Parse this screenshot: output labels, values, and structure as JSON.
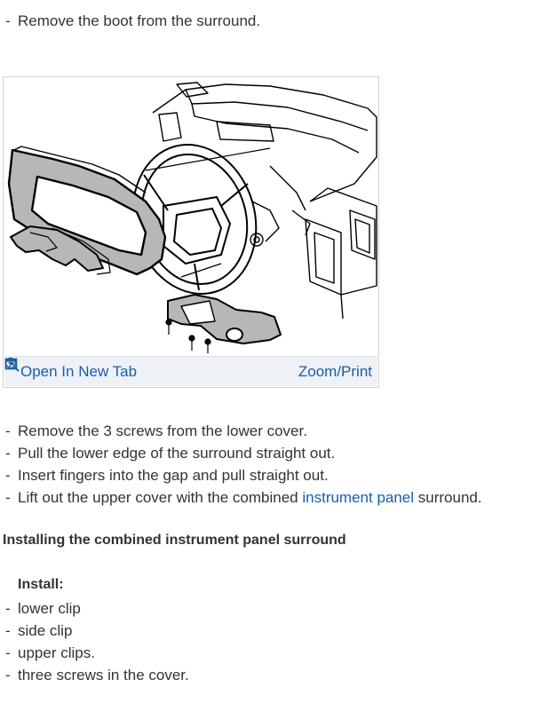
{
  "step_top": "Remove the boot from the surround.",
  "figure": {
    "open_tab_label": "Open In New Tab",
    "zoom_label": "Zoom/Print",
    "icons": [
      "open-new-tab-icon",
      "zoom-icon"
    ]
  },
  "steps": [
    "Remove the 3 screws from the lower cover.",
    "Pull the lower edge of the surround straight out.",
    "Insert fingers into the gap and pull straight out."
  ],
  "step_last": {
    "before": "Lift out the upper cover with the combined ",
    "link": "instrument panel",
    "after": " surround."
  },
  "section_heading": "Installing the combined instrument panel surround",
  "install_label": "Install:",
  "install_items": [
    "lower clip",
    "side clip",
    "upper clips.",
    "three screws in the cover."
  ],
  "colors": {
    "link": "#1a5ea6",
    "toolbar_bg": "#eef1f6",
    "text": "#333333"
  }
}
